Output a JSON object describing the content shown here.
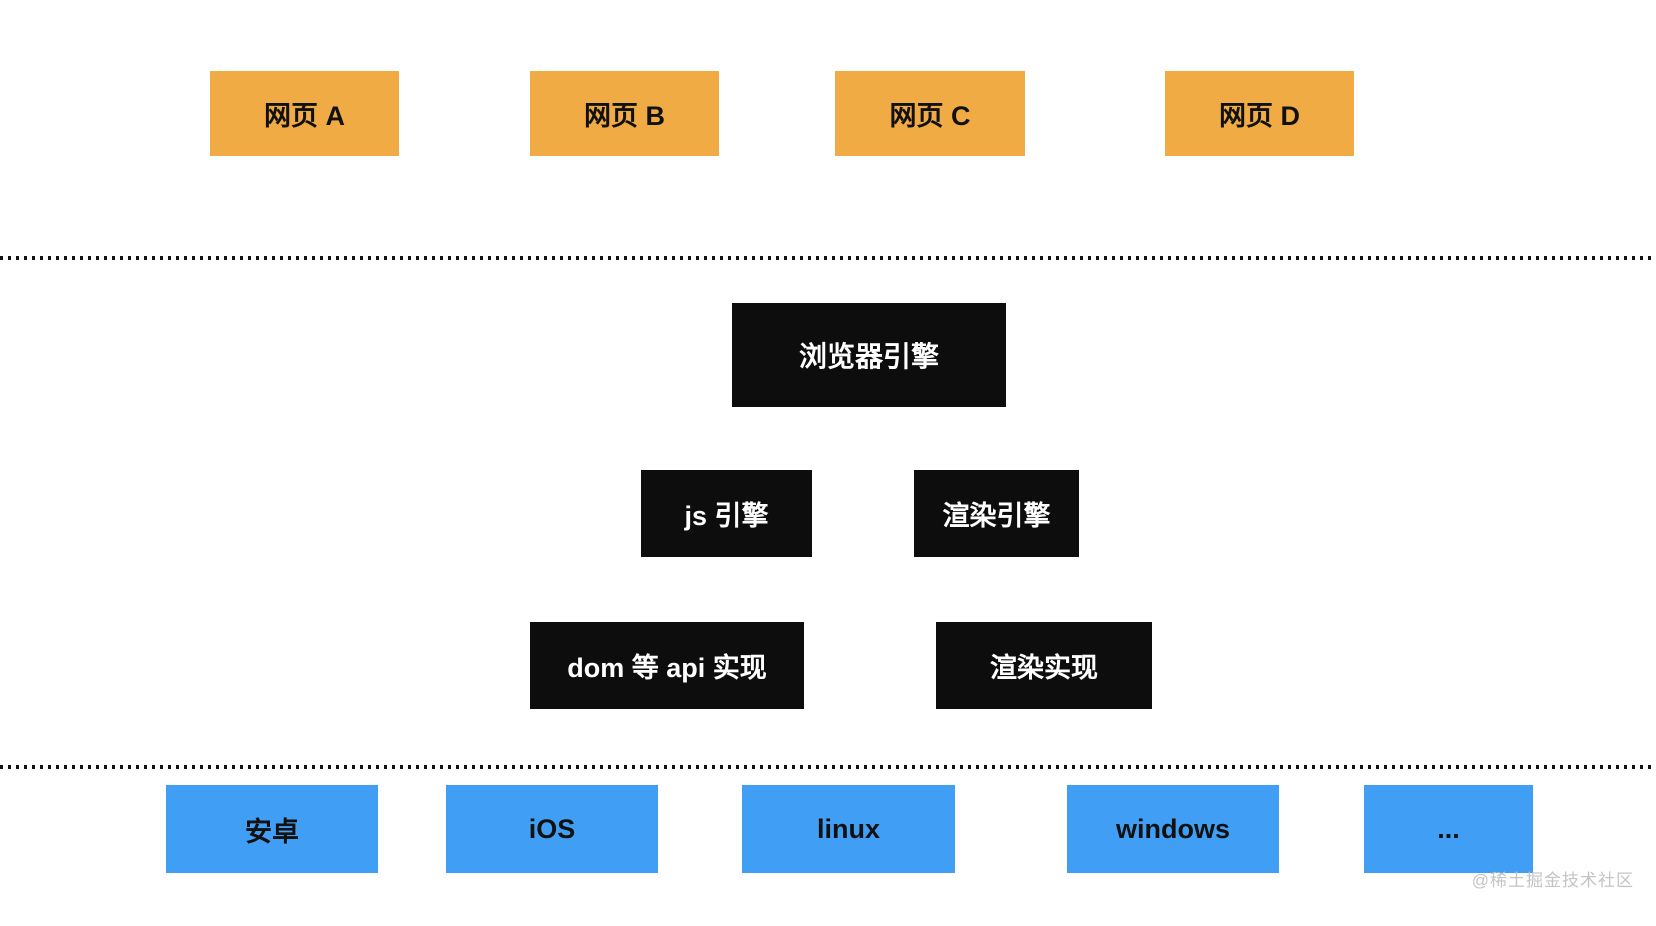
{
  "colors": {
    "page-bg": "#ffffff",
    "webpage-box": "#f0ab44",
    "webpage-text": "#111111",
    "engine-box": "#0d0d0d",
    "engine-text": "#ffffff",
    "platform-box": "#409ff4",
    "platform-text": "#111111",
    "dotted-line": "#111111",
    "watermark": "#c4c4c4"
  },
  "layers": {
    "webpages": {
      "items": [
        {
          "label": "网页 A"
        },
        {
          "label": "网页 B"
        },
        {
          "label": "网页 C"
        },
        {
          "label": "网页 D"
        }
      ]
    },
    "browser": {
      "engine": "浏览器引擎",
      "js_engine": "js 引擎",
      "render_engine": "渲染引擎",
      "dom_api_impl": "dom 等 api 实现",
      "render_impl": "渲染实现"
    },
    "platforms": {
      "items": [
        {
          "label": "安卓"
        },
        {
          "label": "iOS"
        },
        {
          "label": "linux"
        },
        {
          "label": "windows"
        },
        {
          "label": "..."
        }
      ]
    }
  },
  "watermark": "@稀土掘金技术社区"
}
